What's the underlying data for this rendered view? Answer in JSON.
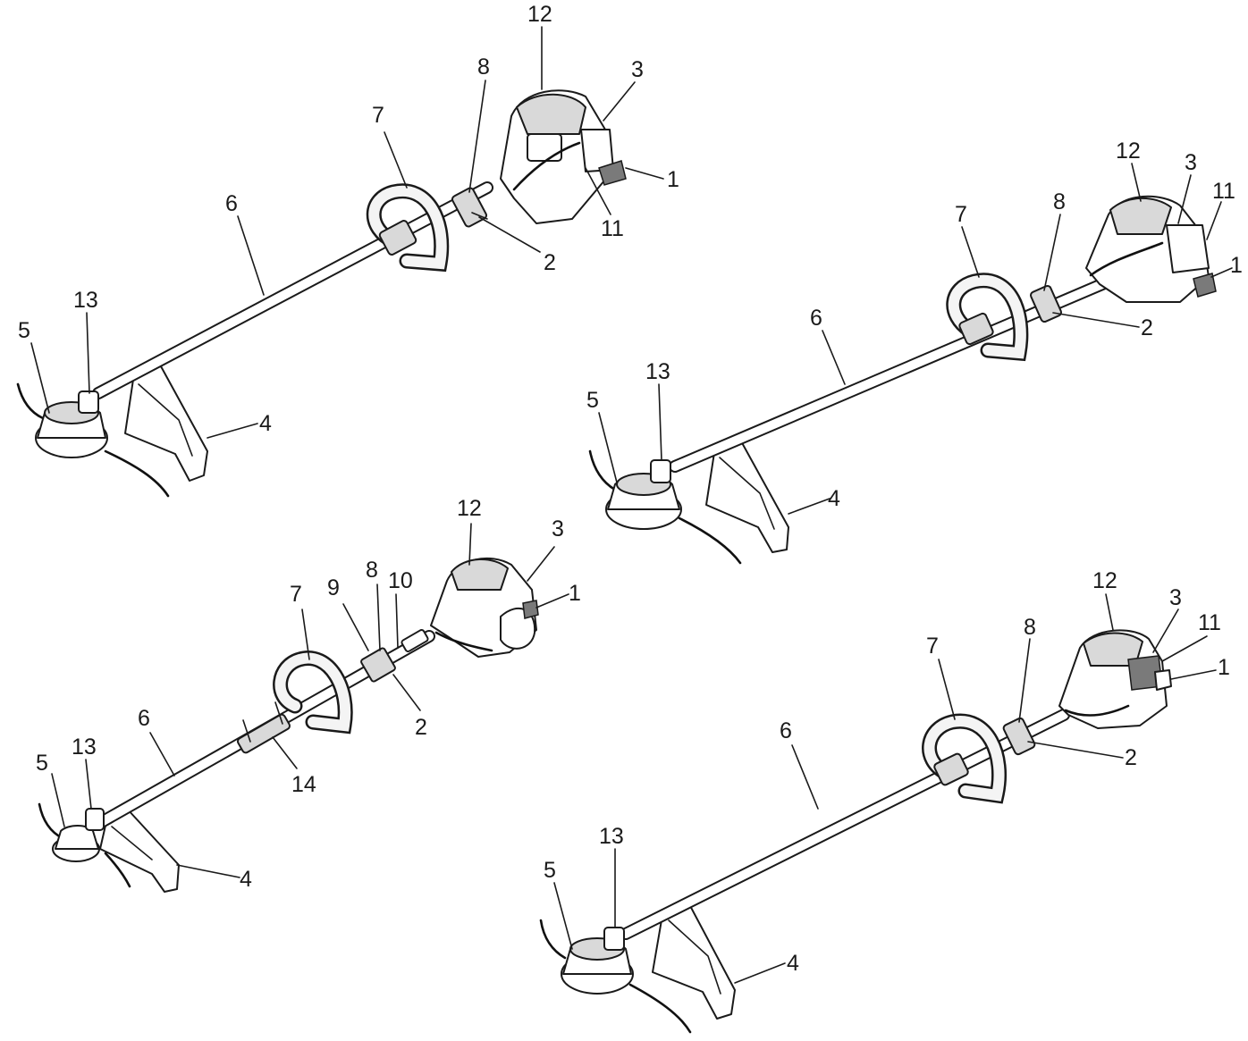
{
  "figures": [
    {
      "id": "trimmer-a",
      "labels": {
        "engine_cover": "12",
        "fuel_tank": "3",
        "starter": "1",
        "ignition": "11",
        "throttle_housing": "8",
        "throttle_trigger": "2",
        "handle": "7",
        "shaft": "6",
        "gear_head": "13",
        "trimmer_head": "5",
        "guard": "4"
      }
    },
    {
      "id": "trimmer-b",
      "labels": {
        "engine_cover": "12",
        "fuel_tank": "3",
        "ignition": "11",
        "starter": "1",
        "throttle_housing": "8",
        "throttle_trigger": "2",
        "handle": "7",
        "shaft": "6",
        "gear_head": "13",
        "trimmer_head": "5",
        "guard": "4"
      }
    },
    {
      "id": "trimmer-c",
      "labels": {
        "engine_cover": "12",
        "fuel_tank": "3",
        "starter": "1",
        "control_9": "9",
        "throttle_housing": "8",
        "control_10": "10",
        "throttle_trigger": "2",
        "handle": "7",
        "shaft": "6",
        "coupler": "14",
        "gear_head": "13",
        "trimmer_head": "5",
        "guard": "4"
      }
    },
    {
      "id": "trimmer-d",
      "labels": {
        "engine_cover": "12",
        "fuel_tank": "3",
        "ignition": "11",
        "starter": "1",
        "throttle_housing": "8",
        "throttle_trigger": "2",
        "handle": "7",
        "shaft": "6",
        "gear_head": "13",
        "trimmer_head": "5",
        "guard": "4"
      }
    }
  ]
}
